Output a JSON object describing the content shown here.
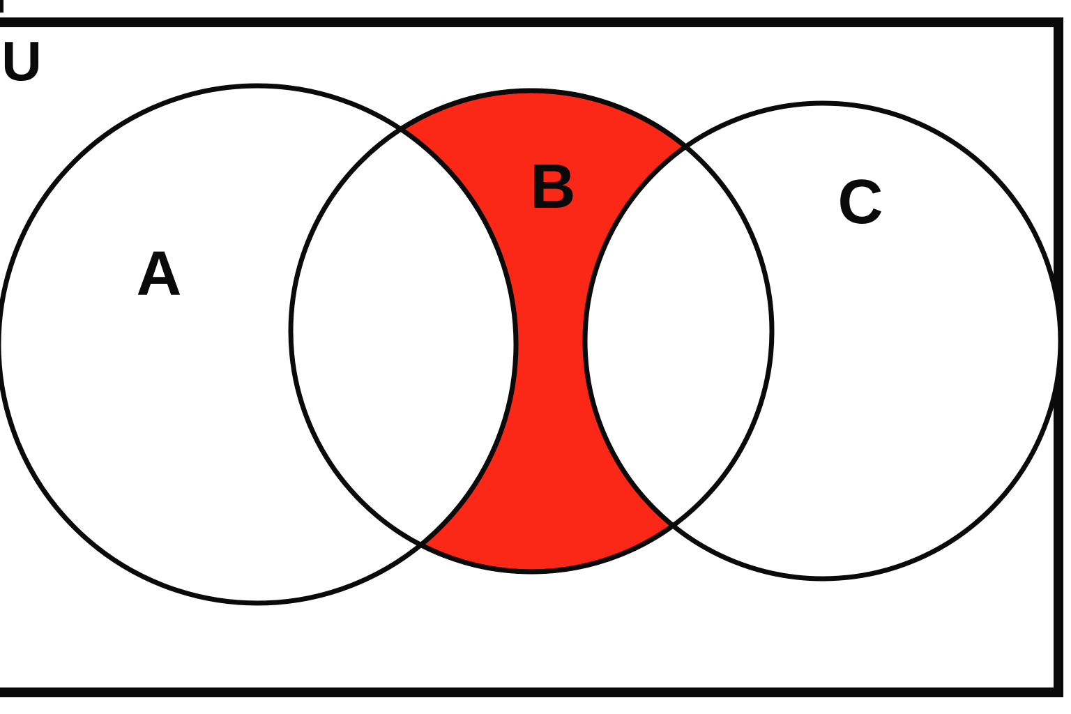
{
  "diagram": {
    "type": "venn-diagram",
    "universe_label": "U",
    "set_labels": {
      "a": "A",
      "b": "B",
      "c": "C"
    },
    "highlighted_region": "B only — B minus (A union C)",
    "colors": {
      "highlight": "#fb2818",
      "outline": "#0a0a0a",
      "background": "#ffffff"
    }
  }
}
